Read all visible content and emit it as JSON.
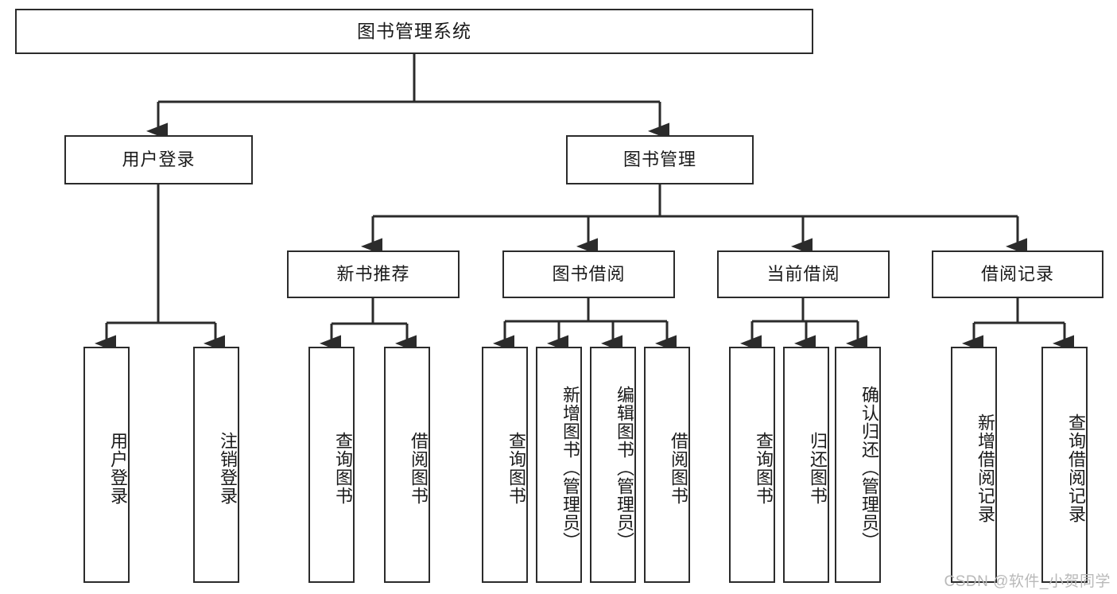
{
  "diagram": {
    "type": "tree-hierarchy",
    "title": "图书管理系统",
    "root": {
      "label": "图书管理系统"
    },
    "level2": [
      {
        "label": "用户登录"
      },
      {
        "label": "图书管理"
      }
    ],
    "level3": [
      {
        "label": "新书推荐"
      },
      {
        "label": "图书借阅"
      },
      {
        "label": "当前借阅"
      },
      {
        "label": "借阅记录"
      }
    ],
    "leaves": {
      "user_login": [
        {
          "label": "用户登录"
        },
        {
          "label": "注销登录"
        }
      ],
      "new_book_recommend": [
        {
          "label": "查询图书"
        },
        {
          "label": "借阅图书"
        }
      ],
      "book_borrow": [
        {
          "label": "查询图书"
        },
        {
          "label": "新增图书（管理员）"
        },
        {
          "label": "编辑图书（管理员）"
        },
        {
          "label": "借阅图书"
        }
      ],
      "current_borrow": [
        {
          "label": "查询图书"
        },
        {
          "label": "归还图书"
        },
        {
          "label": "确认归还（管理员）"
        }
      ],
      "borrow_records": [
        {
          "label": "新增借阅记录"
        },
        {
          "label": "查询借阅记录"
        }
      ]
    }
  },
  "watermark": {
    "text": "CSDN @软件_小贺同学"
  },
  "colors": {
    "border": "#2b2b2b",
    "text": "#1a1a1a",
    "background": "#ffffff",
    "watermark": "#b9b9b9"
  }
}
